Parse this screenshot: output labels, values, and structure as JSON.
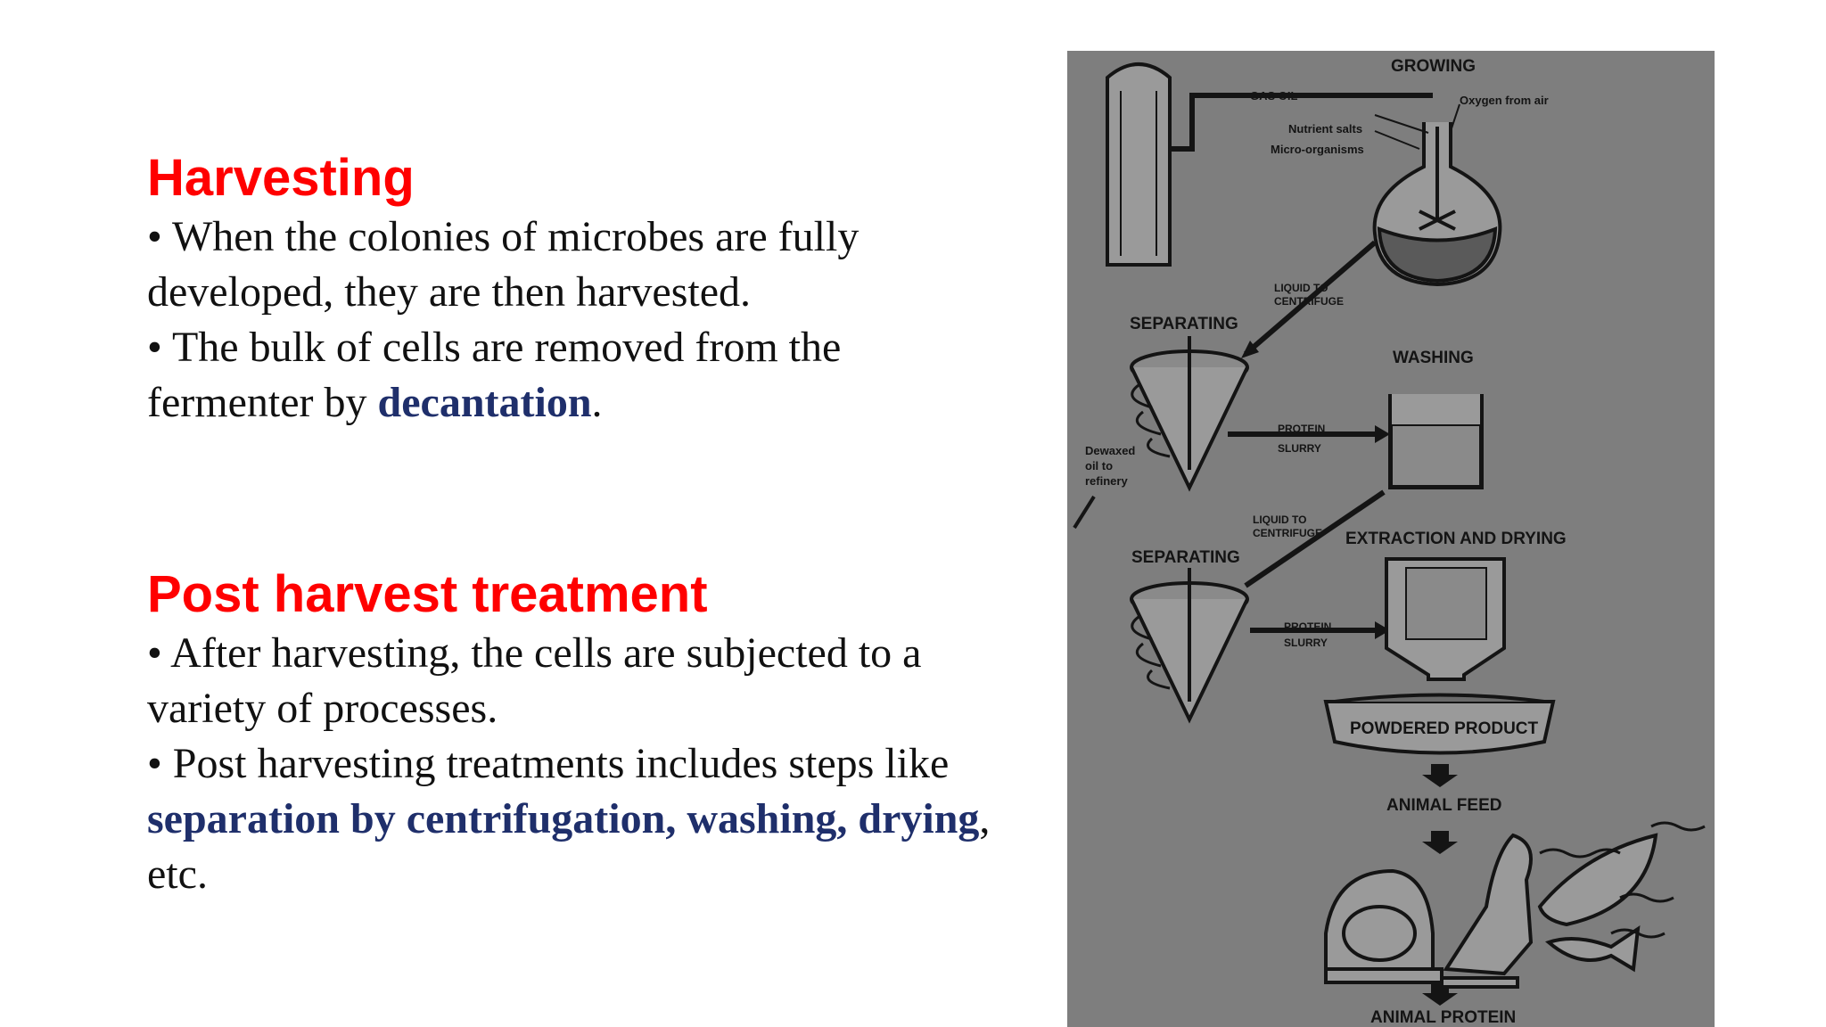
{
  "harvesting": {
    "title": "Harvesting",
    "bullet1": "• When the colonies of microbes are fully developed, they are then harvested.",
    "bullet2_pre": "• The bulk of cells are removed from the fermenter by ",
    "bullet2_hl": "decantation",
    "bullet2_post": "."
  },
  "post_harvest": {
    "title": "Post harvest treatment",
    "bullet1": "• After harvesting, the cells are subjected to a variety of processes.",
    "bullet2_pre": "• Post harvesting treatments includes steps like ",
    "bullet2_hl": "separation by centrifugation, washing, drying",
    "bullet2_post": ", etc."
  },
  "diagram": {
    "growing": "GROWING",
    "gas_oil": "GAS OIL",
    "oxygen": "Oxygen from air",
    "nutrient": "Nutrient salts",
    "micro": "Micro-organisms",
    "liquid1_a": "LIQUID TO",
    "liquid1_b": "CENTRIFUGE",
    "separating1": "SEPARATING",
    "washing": "WASHING",
    "protein1_a": "PROTEIN",
    "protein1_b": "SLURRY",
    "dewaxed_a": "Dewaxed",
    "dewaxed_b": "oil to",
    "dewaxed_c": "refinery",
    "liquid2_a": "LIQUID TO",
    "liquid2_b": "CENTRIFUGE",
    "extraction": "EXTRACTION AND DRYING",
    "separating2": "SEPARATING",
    "protein2_a": "PROTEIN",
    "protein2_b": "SLURRY",
    "powdered": "POWDERED PRODUCT",
    "animal_feed": "ANIMAL FEED",
    "animal_protein": "ANIMAL PROTEIN"
  },
  "colors": {
    "heading": "#ff0000",
    "highlight": "#1f2f6b",
    "diagram_bg": "#7e7e7e"
  }
}
